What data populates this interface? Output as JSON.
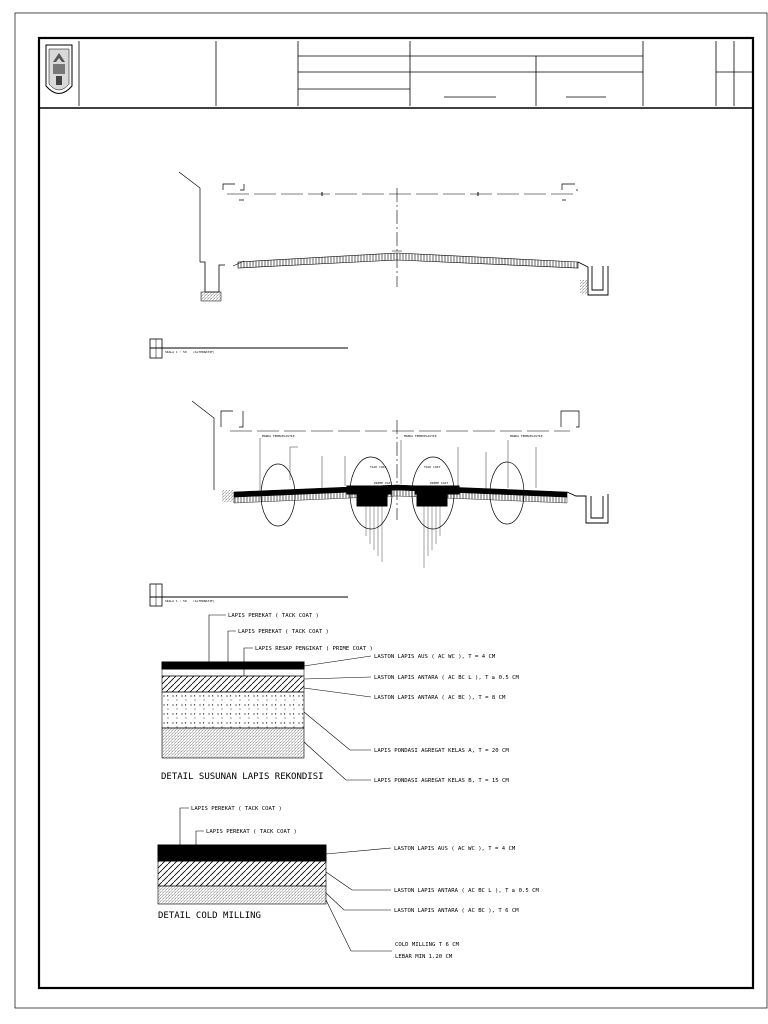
{
  "drawing": {
    "scale_labels": {
      "top": "SKALA 1 : 50",
      "bottom": "SKALA 1 : 50",
      "subtitle": "(ALTERNATIF)"
    },
    "layers_detail": {
      "title": "DETAIL SUSUNAN LAPIS REKONDISI",
      "tack_coat_1": "LAPIS PEREKAT ( TACK COAT )",
      "tack_coat_2": "LAPIS PEREKAT ( TACK COAT )",
      "prime_coat": "LAPIS RESAP PENGIKAT ( PRIME COAT )",
      "wc": "LASTON LAPIS AUS ( AC WC ), T = 4 CM",
      "bcl": "LASTON LAPIS ANTARA ( AC BC L ), T ≥ 0.5 CM",
      "bc": "LASTON LAPIS ANTARA ( AC BC ), T = 8 CM",
      "agg_a": "LAPIS PONDASI AGREGAT KELAS A, T = 20 CM",
      "agg_b": "LAPIS PONDASI AGREGAT KELAS B, T = 15 CM"
    },
    "milling_detail": {
      "title": "DETAIL COLD MILLING",
      "tack_coat_1": "LAPIS PEREKAT ( TACK COAT )",
      "tack_coat_2": "LAPIS PEREKAT ( TACK COAT )",
      "wc": "LASTON LAPIS AUS ( AC WC ), T = 4 CM",
      "bcl": "LASTON LAPIS ANTARA ( AC BC L ), T ≥ 0.5 CM",
      "bc": "LASTON LAPIS ANTARA ( AC BC ), T   6 CM",
      "milling_depth": "COLD MILLING T    6 CM",
      "milling_width": "LEBAR MIN 1.20 CM"
    },
    "section_labels": {
      "marka_1": "MARKA TERMOPLASTIK",
      "marka_2": "MARKA TERMOPLASTIK",
      "marka_3": "MARKA TERMOPLASTIK",
      "tack_1": "TACK COAT",
      "tack_2": "TACK COAT",
      "prime_1": "PRIME COAT",
      "prime_2": "PRIME COAT"
    }
  }
}
